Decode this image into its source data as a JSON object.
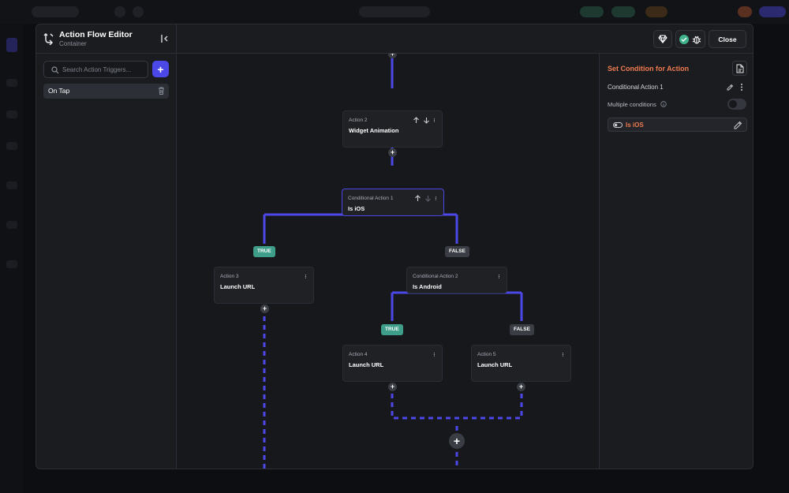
{
  "editor": {
    "title": "Action Flow Editor",
    "subtitle": "Container",
    "close_label": "Close"
  },
  "triggers": {
    "search_placeholder": "Search Action Triggers...",
    "add_label": "+",
    "items": [
      {
        "label": "On Tap"
      }
    ]
  },
  "flow": {
    "nodes": {
      "action2": {
        "kicker": "Action 2",
        "title": "Widget Animation"
      },
      "cond1": {
        "kicker": "Conditional Action 1",
        "title": "Is iOS"
      },
      "action3": {
        "kicker": "Action 3",
        "title": "Launch URL"
      },
      "cond2": {
        "kicker": "Conditional Action 2",
        "title": "Is Android"
      },
      "action4": {
        "kicker": "Action 4",
        "title": "Launch URL"
      },
      "action5": {
        "kicker": "Action 5",
        "title": "Launch URL"
      }
    },
    "branch_true": "TRUE",
    "branch_false": "FALSE",
    "plus": "+",
    "colors": {
      "wire": "#4c48e8",
      "true_pill": "#3f9e8a",
      "false_pill": "#3a3d44"
    }
  },
  "condition_panel": {
    "title": "Set Condition for Action",
    "conditional_name": "Conditional Action 1",
    "multiple_conditions_label": "Multiple conditions",
    "multiple_conditions_enabled": false,
    "condition_label": "Is iOS",
    "accent_color": "#ef7a4f"
  }
}
